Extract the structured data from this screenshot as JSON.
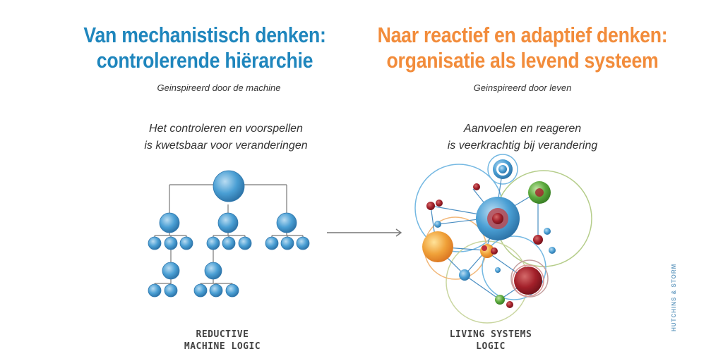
{
  "left": {
    "title_line1": "Van mechanistisch denken:",
    "title_line2": "controlerende hiërarchie",
    "subtitle": "Geinspireerd door de machine",
    "desc_line1": "Het controleren en voorspellen",
    "desc_line2": "is kwetsbaar voor veranderingen",
    "label_line1": "REDUCTIVE",
    "label_line2": "MACHINE LOGIC"
  },
  "right": {
    "title_line1": "Naar reactief en adaptief denken:",
    "title_line2": "organisatie als levend systeem",
    "subtitle": "Geinspireerd door leven",
    "desc_line1": "Aanvoelen en reageren",
    "desc_line2": "is veerkrachtig bij verandering",
    "label_line1": "LIVING SYSTEMS",
    "label_line2": "LOGIC"
  },
  "brand": "HUTCHINS & STORM",
  "colors": {
    "left_title": "#1f86bd",
    "right_title": "#f28c3b",
    "node_blue": "#4a9fd4",
    "node_green": "#5aa83c",
    "node_orange": "#f0a23a",
    "node_red": "#a3202a",
    "ring_blue": "#74b8e2",
    "ring_green": "#b5cd8a",
    "ring_orange": "#f2b87a"
  },
  "icons": {
    "arrow": "right-arrow-icon"
  }
}
